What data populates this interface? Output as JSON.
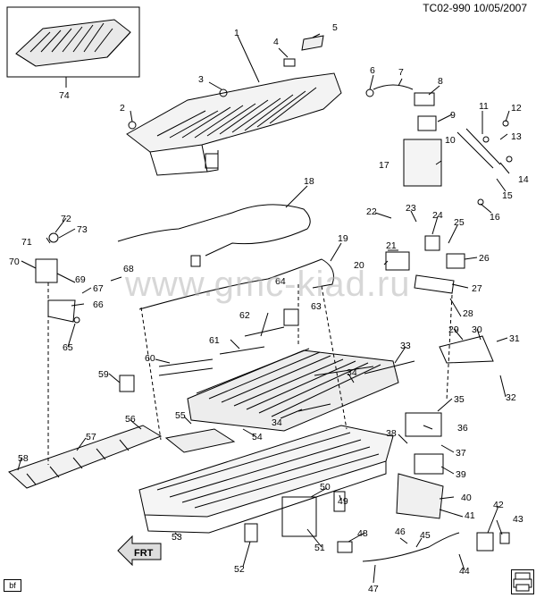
{
  "header": {
    "figure_code": "TC02-990",
    "date": "10/05/2007"
  },
  "watermark": "www.gmc-kiad.ru",
  "badge": "bf",
  "front_label": "FRT",
  "corner_icon": "printer-icon",
  "callouts": [
    "1",
    "2",
    "3",
    "4",
    "5",
    "6",
    "7",
    "8",
    "9",
    "10",
    "11",
    "12",
    "13",
    "14",
    "15",
    "16",
    "17",
    "18",
    "19",
    "20",
    "21",
    "22",
    "23",
    "24",
    "25",
    "26",
    "27",
    "28",
    "29",
    "30",
    "31",
    "32",
    "33",
    "34",
    "34",
    "35",
    "36",
    "37",
    "38",
    "39",
    "40",
    "41",
    "42",
    "43",
    "44",
    "45",
    "46",
    "47",
    "48",
    "49",
    "50",
    "51",
    "52",
    "53",
    "54",
    "55",
    "56",
    "57",
    "58",
    "59",
    "60",
    "61",
    "62",
    "63",
    "64",
    "65",
    "66",
    "67",
    "68",
    "69",
    "70",
    "71",
    "72",
    "73",
    "74"
  ]
}
